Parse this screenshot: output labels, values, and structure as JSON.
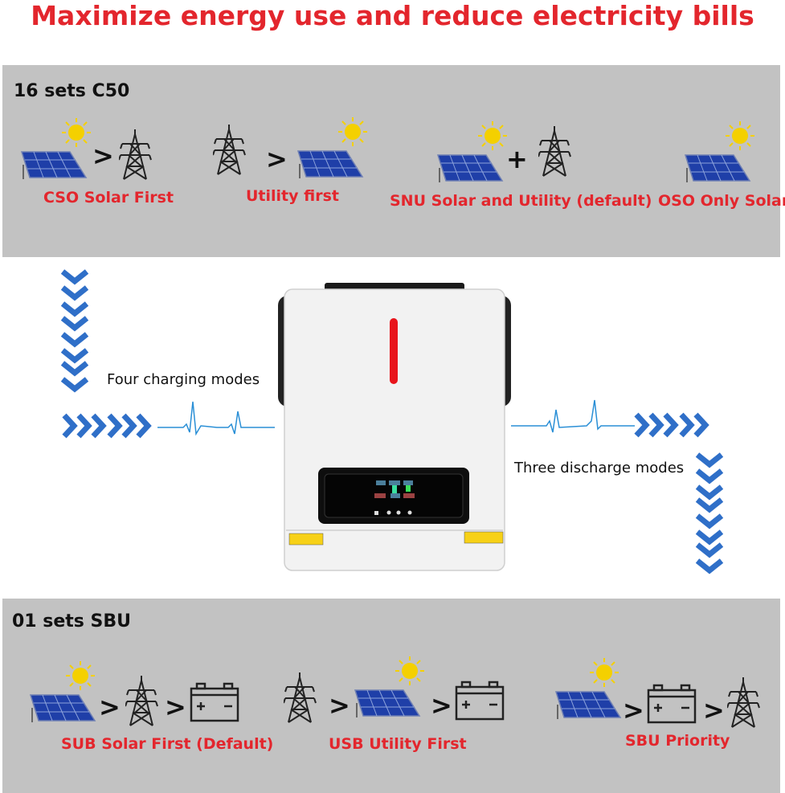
{
  "title": "Maximize energy use and reduce electricity bills",
  "charging_section": {
    "heading": "16 sets C50",
    "modes": [
      {
        "label": "CSO Solar First",
        "sequence": [
          "solar-panel-icon",
          ">",
          "transmission-tower-icon"
        ]
      },
      {
        "label": "Utility first",
        "sequence": [
          "transmission-tower-icon",
          ">",
          "solar-panel-icon"
        ]
      },
      {
        "label": "SNU Solar and Utility (default)",
        "sequence": [
          "solar-panel-icon",
          "+",
          "transmission-tower-icon"
        ]
      },
      {
        "label": "OSO Only Solar",
        "sequence": [
          "solar-panel-icon"
        ]
      }
    ]
  },
  "flow": {
    "left_caption": "Four charging modes",
    "right_caption": "Three discharge modes"
  },
  "discharge_section": {
    "heading": "01 sets SBU",
    "modes": [
      {
        "label": "SUB Solar First (Default)",
        "sequence": [
          "solar-panel-icon",
          ">",
          "transmission-tower-icon",
          ">",
          "battery-icon"
        ]
      },
      {
        "label": "USB Utility First",
        "sequence": [
          "transmission-tower-icon",
          ">",
          "solar-panel-icon",
          ">",
          "battery-icon"
        ]
      },
      {
        "label": "SBU Priority",
        "sequence": [
          "solar-panel-icon",
          ">",
          "battery-icon",
          ">",
          "transmission-tower-icon"
        ]
      }
    ]
  },
  "operators": {
    "gt": ">",
    "plus": "+"
  },
  "colors": {
    "title_red": "#e3262d",
    "panel_gray": "#c2c2c2",
    "chevron_blue": "#2f6fc8",
    "wave_blue": "#2a8fd6",
    "sun_yellow": "#f4d000",
    "panel_blue": "#1f3fa8"
  }
}
